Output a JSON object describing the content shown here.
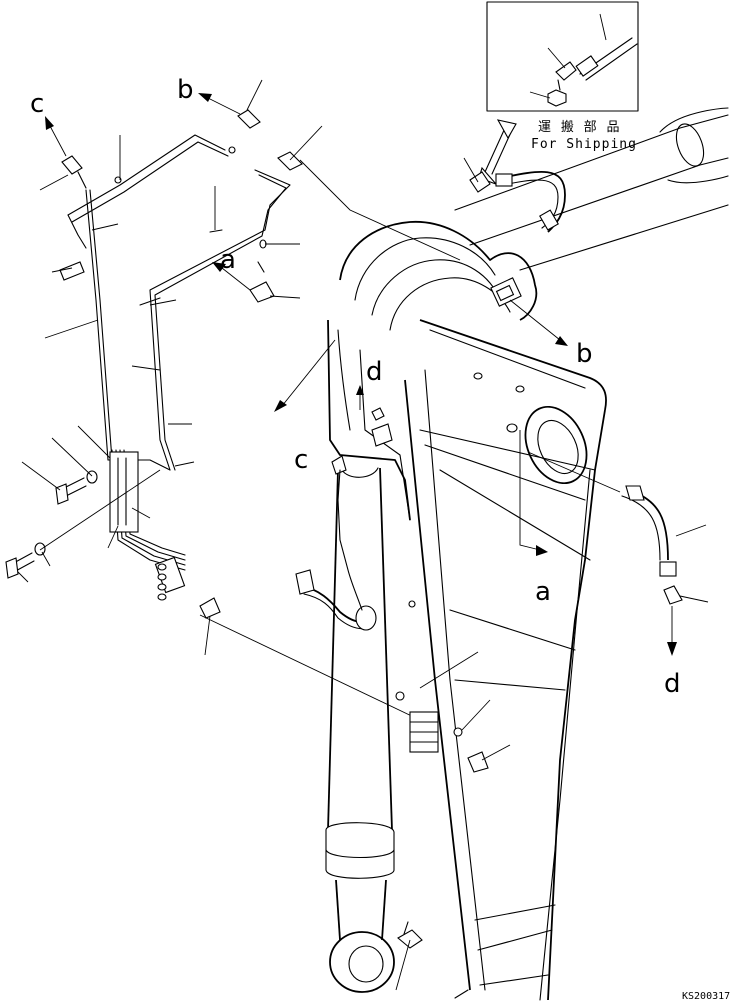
{
  "diagram": {
    "labels": {
      "a_left": "a",
      "a_right": "a",
      "b_left": "b",
      "b_right": "b",
      "c_left": "c",
      "c_right": "c",
      "d_top": "d",
      "d_bottom": "d"
    },
    "inset": {
      "japanese_caption": "運 搬 部 品",
      "english_caption": "For Shipping"
    },
    "drawing_code": "KS200317"
  }
}
